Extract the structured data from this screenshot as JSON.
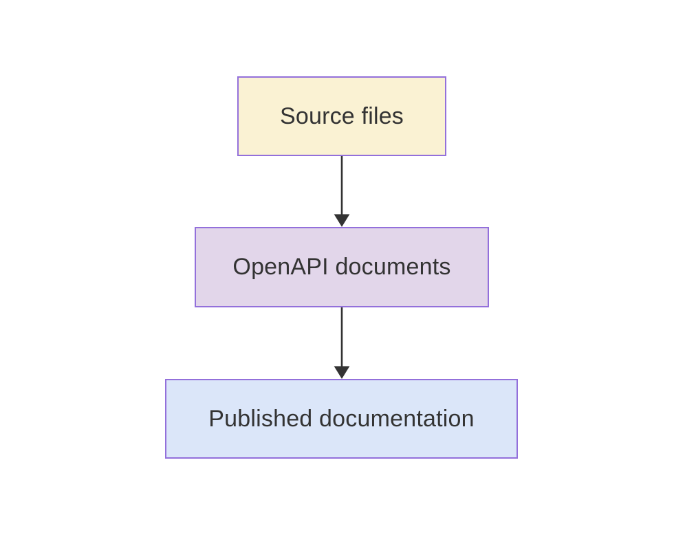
{
  "diagram": {
    "type": "flowchart",
    "direction": "top-down",
    "background_color": "#ffffff",
    "node_border_color": "#9370db",
    "text_color": "#333333",
    "arrow_color": "#333333",
    "nodes": [
      {
        "id": "source",
        "label": "Source files",
        "fill": "#faf2d3"
      },
      {
        "id": "openapi",
        "label": "OpenAPI documents",
        "fill": "#e2d6ea"
      },
      {
        "id": "published",
        "label": "Published documentation",
        "fill": "#dbe6f9"
      }
    ],
    "edges": [
      {
        "from": "Source files",
        "to": "OpenAPI documents"
      },
      {
        "from": "OpenAPI documents",
        "to": "Published documentation"
      }
    ]
  }
}
